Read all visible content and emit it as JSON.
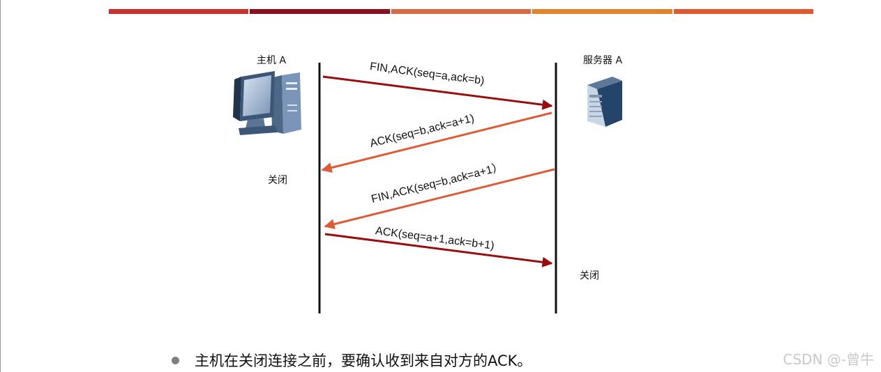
{
  "colors": {
    "band": [
      "#c9312f",
      "#8b0e20",
      "#d86a45",
      "#e0832a",
      "#dd5a30"
    ],
    "arrow_dark": "#9b0c0c",
    "arrow_orange": "#de5b35",
    "lifeline": "#111111"
  },
  "host": {
    "label": "主机 A",
    "icon": "desktop-computer-icon"
  },
  "server": {
    "label": "服务器 A",
    "icon": "server-tower-icon"
  },
  "messages": [
    {
      "text": "FIN,ACK(seq=a,ack=b)",
      "direction": "host-to-server"
    },
    {
      "text": "ACK(seq=b,ack=a+1)",
      "direction": "server-to-host"
    },
    {
      "text": "FIN,ACK(seq=b,ack=a+1）",
      "direction": "server-to-host"
    },
    {
      "text": "ACK(seq=a+1,ack=b+1)",
      "direction": "host-to-server"
    }
  ],
  "host_closed_label": "关闭",
  "server_closed_label": "关闭",
  "bullet_text": "主机在关闭连接之前，要确认收到来自对方的ACK。",
  "watermark": "CSDN @-曾牛"
}
